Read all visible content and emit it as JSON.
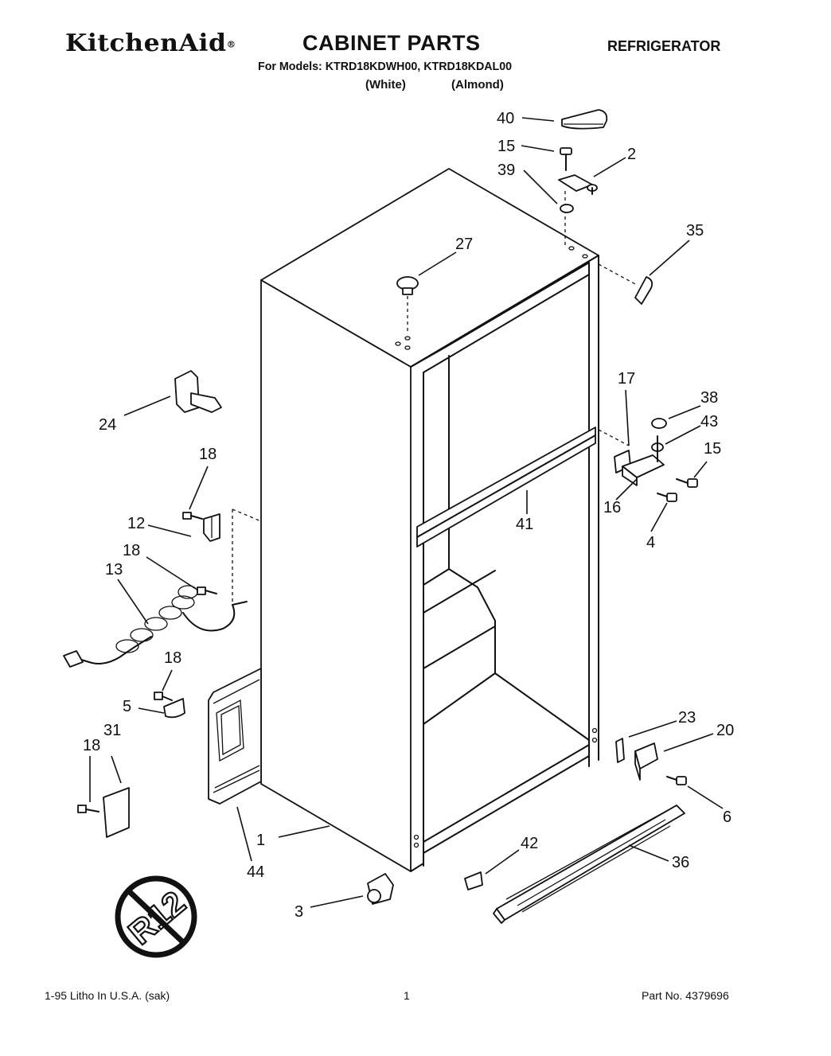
{
  "header": {
    "brand": "KitchenAid",
    "brand_mark": "®",
    "title": "CABINET PARTS",
    "category": "REFRIGERATOR",
    "models_line": "For Models: KTRD18KDWH00, KTRD18KDAL00",
    "variant_white": "(White)",
    "variant_almond": "(Almond)"
  },
  "callouts": [
    "40",
    "15",
    "2",
    "39",
    "35",
    "27",
    "17",
    "38",
    "43",
    "15",
    "24",
    "18",
    "12",
    "41",
    "16",
    "4",
    "18",
    "13",
    "18",
    "5",
    "23",
    "20",
    "18",
    "31",
    "6",
    "1",
    "44",
    "42",
    "36",
    "3"
  ],
  "badge": {
    "text": "R12",
    "icon": "no-r12-refrigerant-icon"
  },
  "footer": {
    "left": "1-95 Litho In U.S.A. (sak)",
    "center": "1",
    "right": "Part No. 4379696"
  }
}
